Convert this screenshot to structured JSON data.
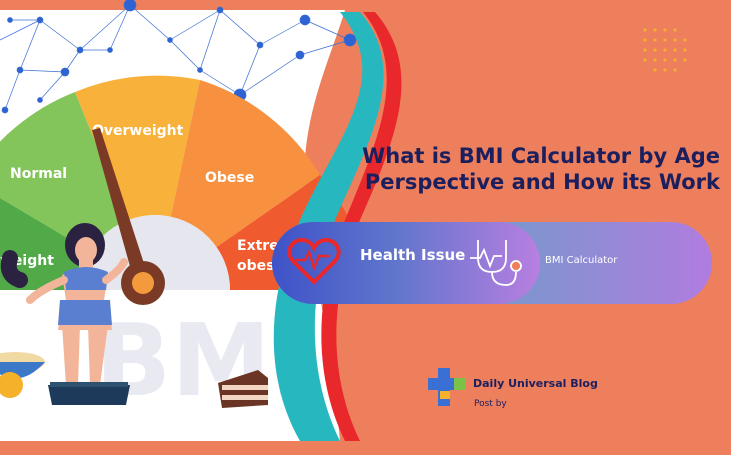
{
  "headline": {
    "line1": "What is BMI Calculator by Age",
    "line2": "Perspective and How its Work"
  },
  "gauge": {
    "labels": {
      "underweight": "weight",
      "normal": "Normal",
      "overweight": "Overweight",
      "obese": "Obese",
      "extreme_line1": "Extre",
      "extreme_line2": "obes"
    },
    "watermark": "BMI"
  },
  "category_pill": {
    "label": "Health Issue",
    "tag": "BMI Calculator",
    "left_icon": "heart-pulse-icon",
    "right_icon": "stethoscope-icon"
  },
  "brand": {
    "name": "Daily Universal Blog",
    "subtitle": "Post by",
    "icon": "medical-cross-icon"
  },
  "colors": {
    "background": "#ee7f5d",
    "title": "#1b1f5e",
    "teal": "#27b8bf",
    "red": "#e8282b",
    "pill_start": "#3f52c8",
    "pill_end": "#b87fe0",
    "gauge_green": "#83c55a",
    "gauge_yellow": "#f8b13a",
    "gauge_orange": "#f7913f",
    "gauge_red": "#ef5a2e"
  }
}
